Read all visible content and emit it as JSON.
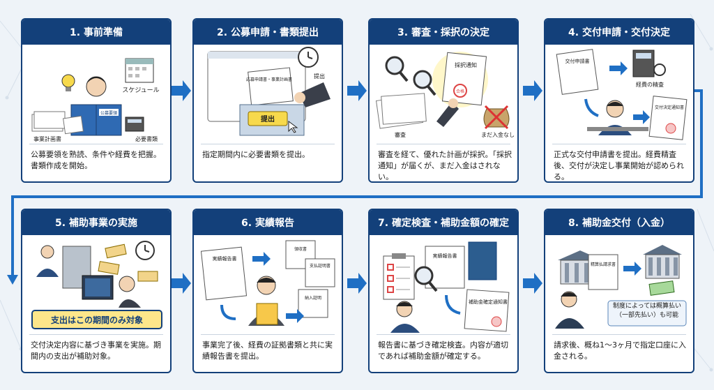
{
  "steps": [
    {
      "title": "1. 事前準備",
      "desc": "公募要領を熟読、条件や経費を把握。書類作成を開始。",
      "labels": {
        "book": "公募要領",
        "schedule": "スケジュール",
        "plan": "事業計画書",
        "docs": "必要書類"
      }
    },
    {
      "title": "2. 公募申請・書類提出",
      "desc": "指定期間内に必要書類を提出。",
      "labels": {
        "paper": "応募申請書・事業計画書",
        "submit": "提出",
        "button": "提出"
      }
    },
    {
      "title": "3. 審査・採択の決定",
      "desc": "審査を経て、優れた計画が採択。「採択通知」が届くが、まだ入金はされない。",
      "labels": {
        "notice": "採択通知",
        "stamp": "合格",
        "review": "審査",
        "nopay": "まだ入金なし"
      }
    },
    {
      "title": "4. 交付申請・交付決定",
      "desc": "正式な交付申請書を提出。経費精査後、交付が決定し事業開始が認められる。",
      "labels": {
        "app": "交付申請書",
        "check": "経費の精査",
        "decision": "交付決定通知書"
      }
    },
    {
      "title": "5. 補助事業の実施",
      "desc": "交付決定内容に基づき事業を実施。期間内の支出が補助対象。",
      "labels": {
        "banner": "支出はこの期間のみ対象"
      }
    },
    {
      "title": "6. 実績報告",
      "desc": "事業完了後、経費の証拠書類と共に実績報告書を提出。",
      "labels": {
        "report": "実績報告書",
        "receipt": "領収書",
        "payproof": "支払証明書",
        "delivery": "納入証明"
      }
    },
    {
      "title": "7. 確定検査・補助金額の確定",
      "desc": "報告書に基づき確定検査。内容が適切であれば補助金額が確定する。",
      "labels": {
        "report": "実績報告書",
        "notice": "補助金確定通知書"
      }
    },
    {
      "title": "8. 補助金交付（入金）",
      "desc": "請求後、概ね1～3ヶ月で指定口座に入金される。",
      "labels": {
        "claim": "精算払請求書",
        "note": "制度によっては概算払い（一部先払い）も可能"
      }
    }
  ],
  "colors": {
    "navy": "#13407a",
    "arrow": "#1f6fc4",
    "gold": "#f7d94c"
  }
}
